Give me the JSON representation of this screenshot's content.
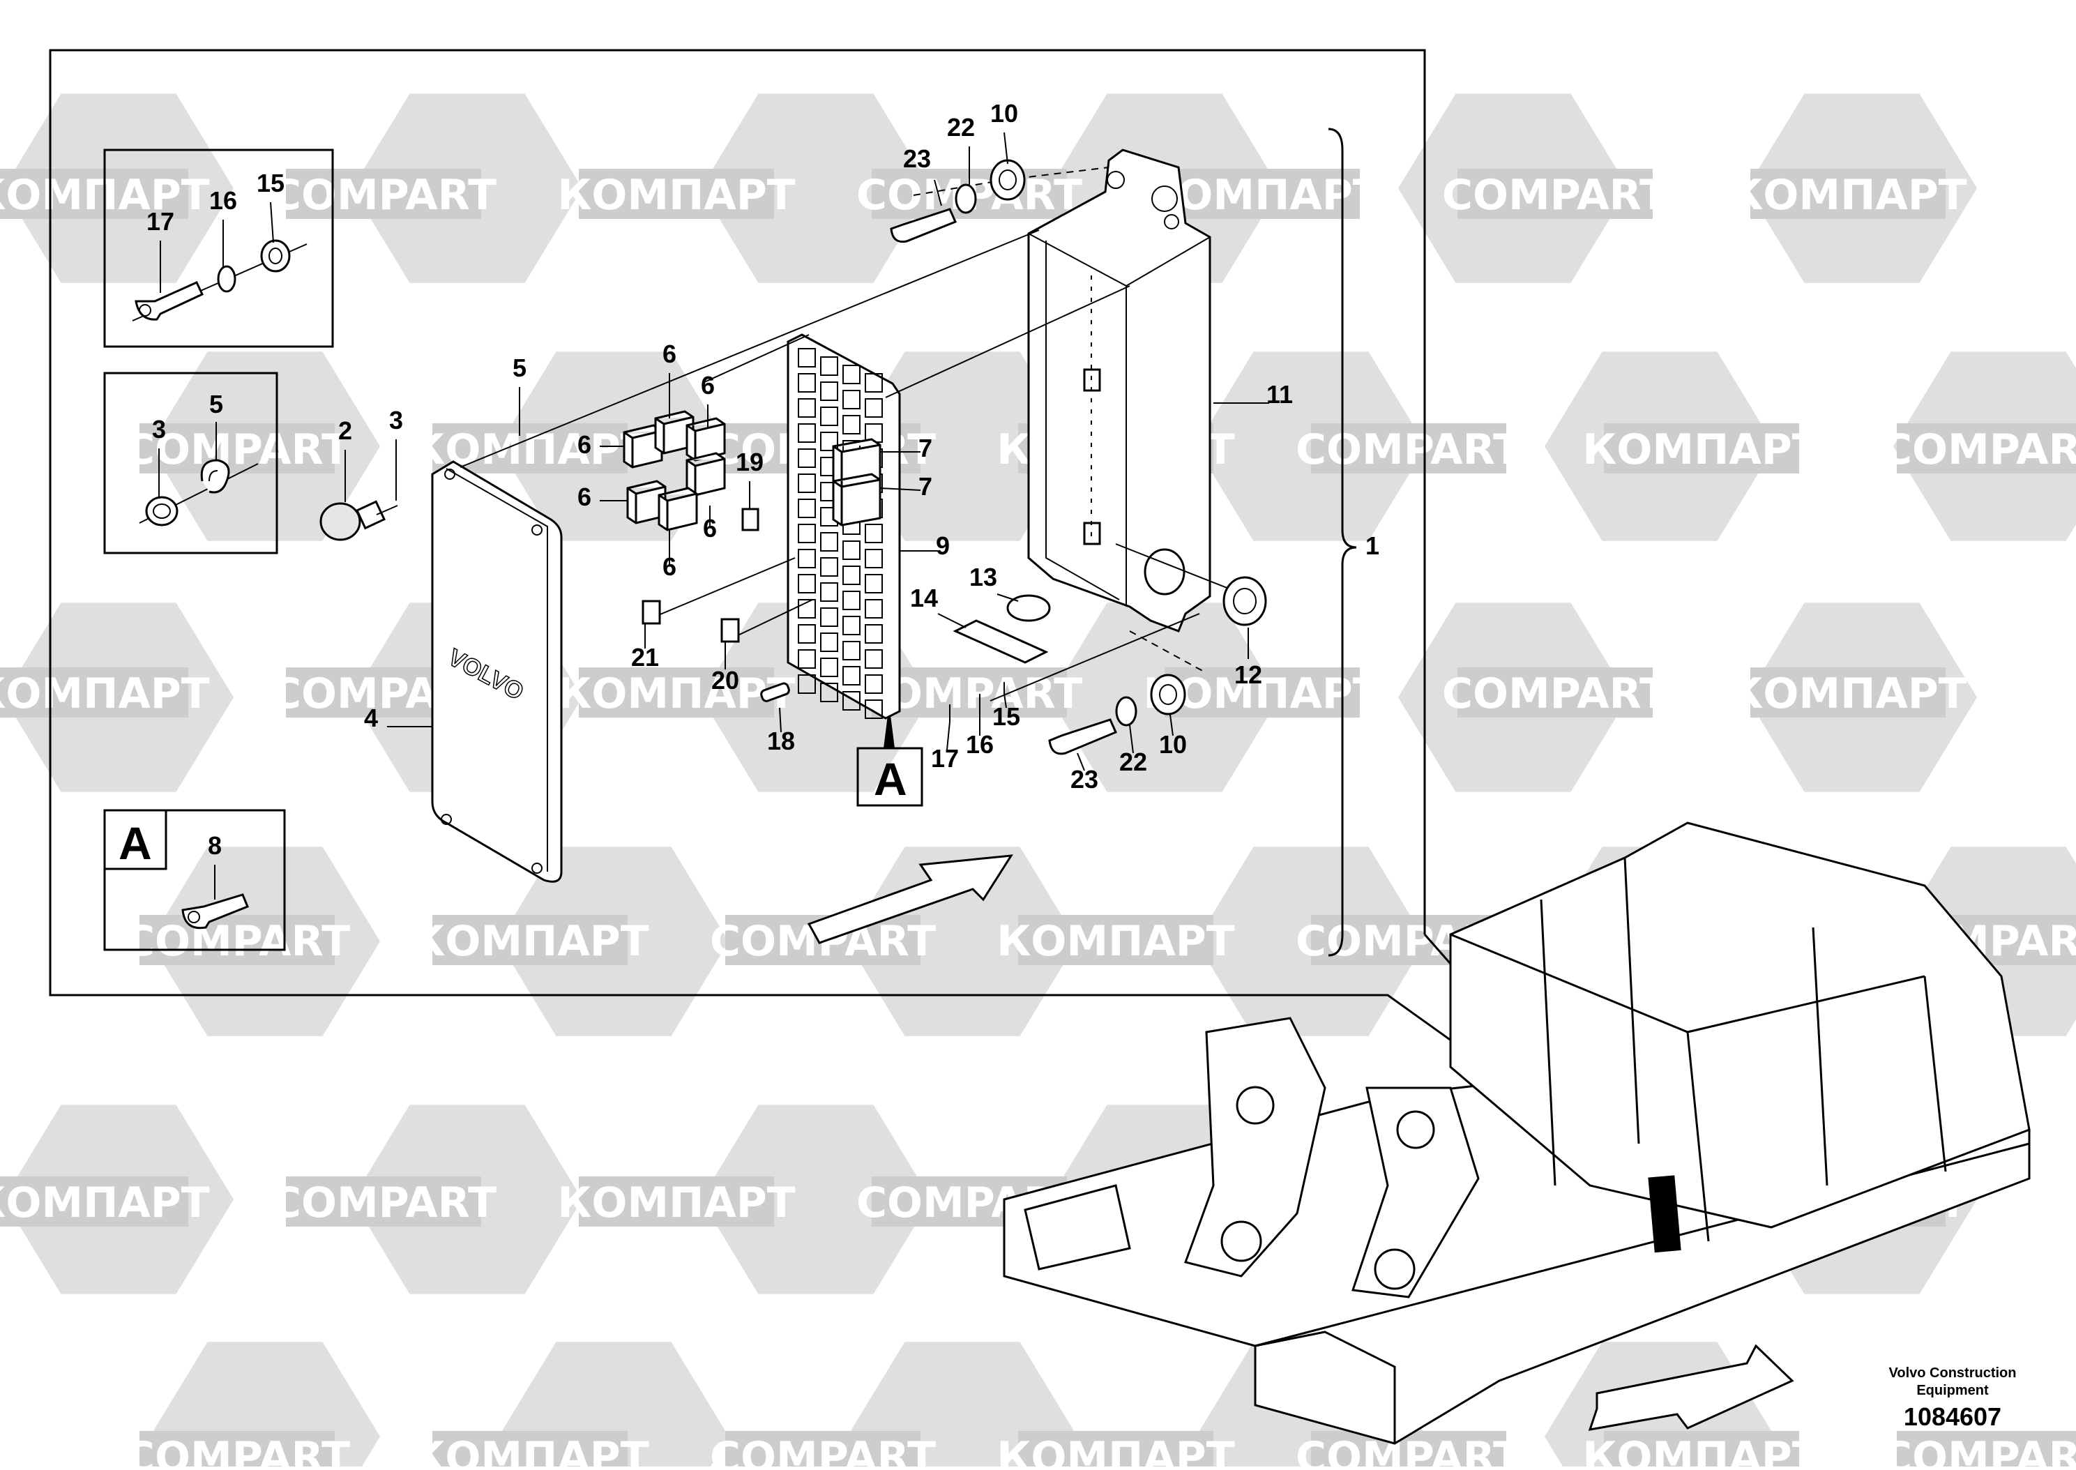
{
  "watermarks": [
    "КОМПАРТ",
    "COMPART"
  ],
  "brand_text": "VOLVO",
  "callouts": {
    "c1": "1",
    "c2": "2",
    "c3": "3",
    "c4": "4",
    "c5": "5",
    "c6": "6",
    "c7": "7",
    "c8": "8",
    "c9": "9",
    "c10": "10",
    "c11": "11",
    "c12": "12",
    "c13": "13",
    "c14": "14",
    "c15": "15",
    "c16": "16",
    "c17": "17",
    "c18": "18",
    "c19": "19",
    "c20": "20",
    "c21": "21",
    "c22": "22",
    "c23": "23"
  },
  "view_label": "A",
  "footer": {
    "company_line1": "Volvo Construction",
    "company_line2": "Equipment",
    "drawing_number": "1084607"
  },
  "icons": [
    "arrow-right-icon",
    "arrow-left-icon"
  ]
}
